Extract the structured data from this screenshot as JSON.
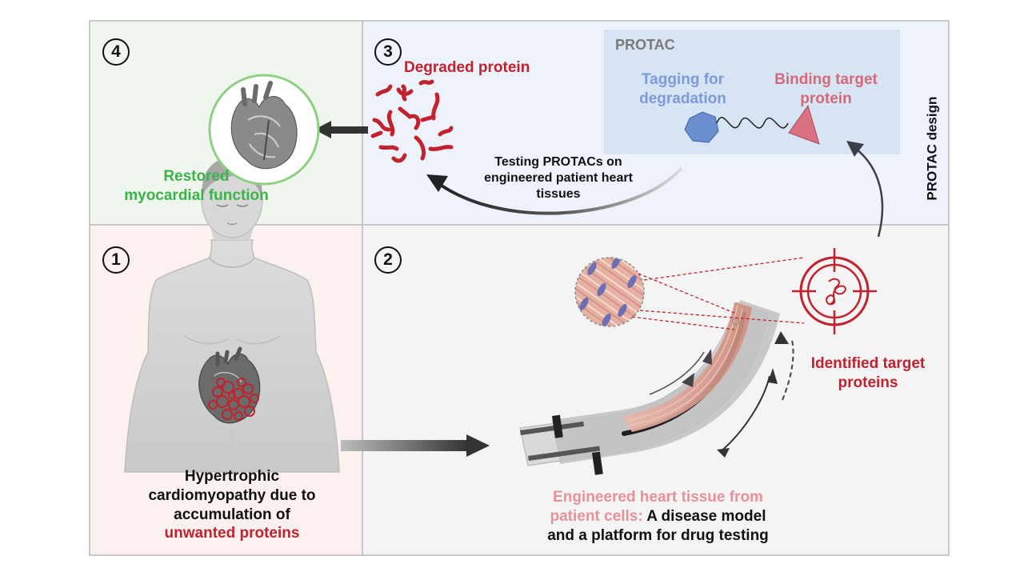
{
  "panels": {
    "p1": {
      "number": "1",
      "bg": "#fcf1ef"
    },
    "p2": {
      "number": "2",
      "bg": "#f4f4f4"
    },
    "p3": {
      "number": "3",
      "bg": "#eef2fb"
    },
    "p4": {
      "number": "4",
      "bg": "#eef6ee"
    }
  },
  "labels": {
    "hcm_line1": "Hypertrophic",
    "hcm_line2": "cardiomyopathy due to",
    "hcm_line3": "accumulation of",
    "hcm_line4": "unwanted proteins",
    "eht_line1": "Engineered heart tissue from",
    "eht_line2a": "patient cells:",
    "eht_line2b": " A disease model",
    "eht_line3": "and a platform for drug testing",
    "identified_line1": "Identified target",
    "identified_line2": "proteins",
    "degraded": "Degraded protein",
    "testing_line1": "Testing PROTACs on",
    "testing_line2": "engineered patient heart",
    "testing_line3": "tissues",
    "protac_box": "PROTAC",
    "tagging_line1": "Tagging for",
    "tagging_line2": "degradation",
    "binding_line1": "Binding target",
    "binding_line2": "protein",
    "protac_design": "PROTAC design",
    "restored_line1": "Restored",
    "restored_line2": "myocardial function"
  },
  "colors": {
    "dark_red": "#c0222e",
    "pink": "#e8919a",
    "green": "#3cb34a",
    "blue_label": "#7e9ad8",
    "pink_label": "#d46a79",
    "protac_box": "#d6e4f4",
    "text": "#111111"
  }
}
